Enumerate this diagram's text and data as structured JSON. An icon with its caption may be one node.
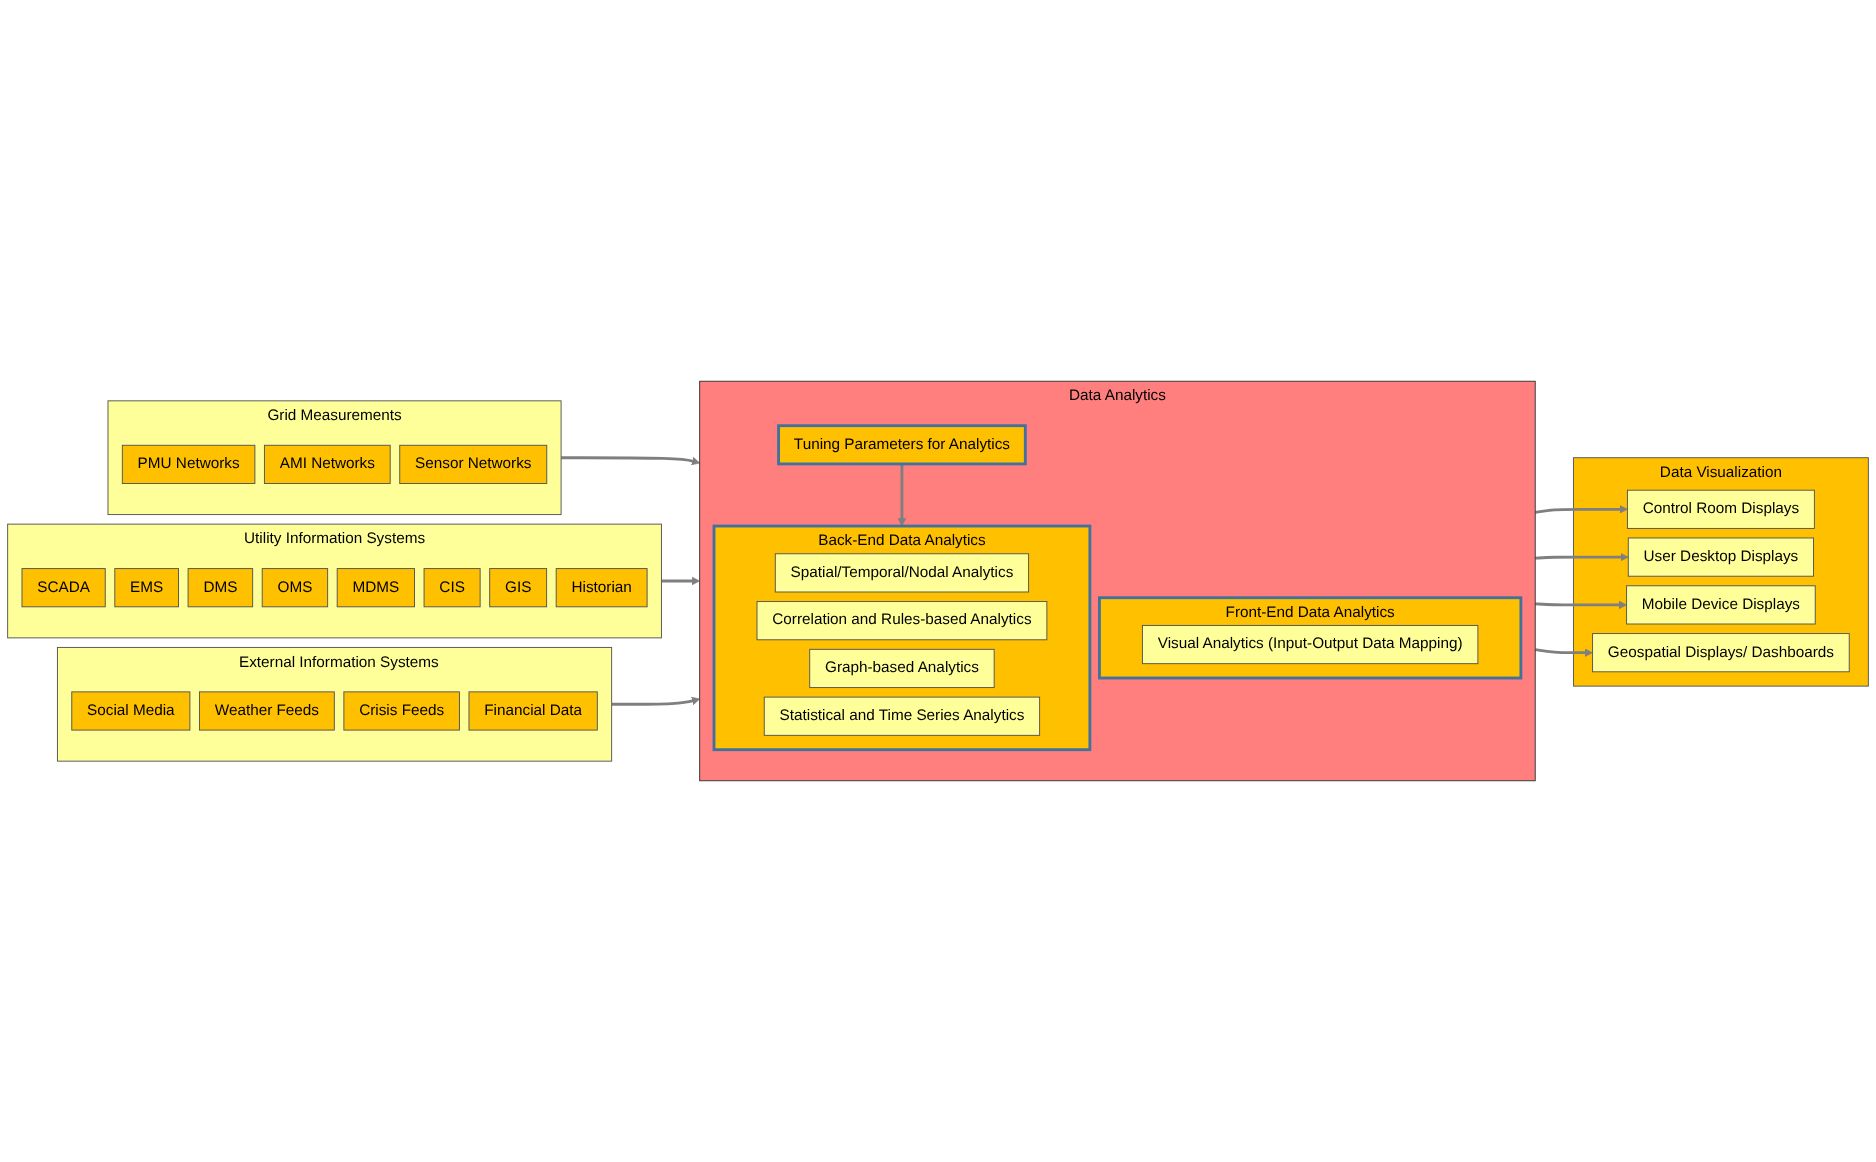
{
  "diagram": {
    "nodes": [
      {
        "text": [
          "Grid Measurements"
        ]
      },
      {
        "text": [
          "PMU Networks"
        ],
        "in": 0
      },
      {
        "text": [
          "AMI Networks"
        ],
        "in": 0
      },
      {
        "text": [
          "Sensor Networks"
        ],
        "in": 0
      },
      {
        "text": [
          "Utility Information Systems"
        ]
      },
      {
        "text": [
          "SCADA"
        ],
        "in": 4
      },
      {
        "text": [
          "EMS"
        ],
        "in": 4
      },
      {
        "text": [
          "DMS"
        ],
        "in": 4
      },
      {
        "text": [
          "OMS"
        ],
        "in": 4
      },
      {
        "text": [
          "MDMS"
        ],
        "in": 4
      },
      {
        "text": [
          "CIS"
        ],
        "in": 4
      },
      {
        "text": [
          "GIS"
        ],
        "in": 4
      },
      {
        "text": [
          "Historian"
        ],
        "in": 4
      },
      {
        "text": [
          "External Information Systems"
        ]
      },
      {
        "text": [
          "Social Media"
        ],
        "in": 13
      },
      {
        "text": [
          "Weather Feeds"
        ],
        "in": 13
      },
      {
        "text": [
          "Crisis Feeds"
        ],
        "in": 13
      },
      {
        "text": [
          "Financial Data"
        ],
        "in": 13
      },
      {
        "text": [
          "Data Analytics"
        ]
      },
      {
        "text": [
          "Front-End Data Analytics"
        ],
        "in": 18
      },
      {
        "text": [
          "Visual Analytics (Input-Output Data Mapping)"
        ],
        "in": 19
      },
      {
        "text": [
          "Back-End Data Analytics"
        ],
        "in": 18
      },
      {
        "text": [
          "Spatial/Temporal/Nodal Analytics"
        ],
        "in": 21
      },
      {
        "text": [
          "Correlation and Rules-based Analytics"
        ],
        "in": 21
      },
      {
        "text": [
          "Graph-based Analytics"
        ],
        "in": 21
      },
      {
        "text": [
          "Statistical and Time Series Analytics"
        ],
        "in": 21
      },
      {
        "text": [
          "Tuning Parameters for Analytics"
        ],
        "in": 18
      },
      {
        "text": [
          "Data Visualization"
        ]
      },
      {
        "text": [
          "Control Room Displays"
        ],
        "in": 27
      },
      {
        "text": [
          "User Desktop Displays"
        ],
        "in": 27
      },
      {
        "text": [
          "Mobile Device Displays"
        ],
        "in": 27
      },
      {
        "text": [
          "Geospatial Displays/ Dashboards"
        ],
        "in": 27
      }
    ],
    "edges": [
      {
        "from": 0,
        "to": 18,
        "arrow": "to"
      },
      {
        "from": 4,
        "to": 18,
        "arrow": "to"
      },
      {
        "from": 13,
        "to": 18,
        "arrow": "to"
      },
      {
        "from": 26,
        "to": 21,
        "arrow": "to"
      },
      {
        "from": 18,
        "to": 28,
        "arrow": "to"
      },
      {
        "from": 18,
        "to": 29,
        "arrow": "to"
      },
      {
        "from": 18,
        "to": 30,
        "arrow": "to"
      },
      {
        "from": 18,
        "to": 31,
        "arrow": "to"
      }
    ]
  }
}
